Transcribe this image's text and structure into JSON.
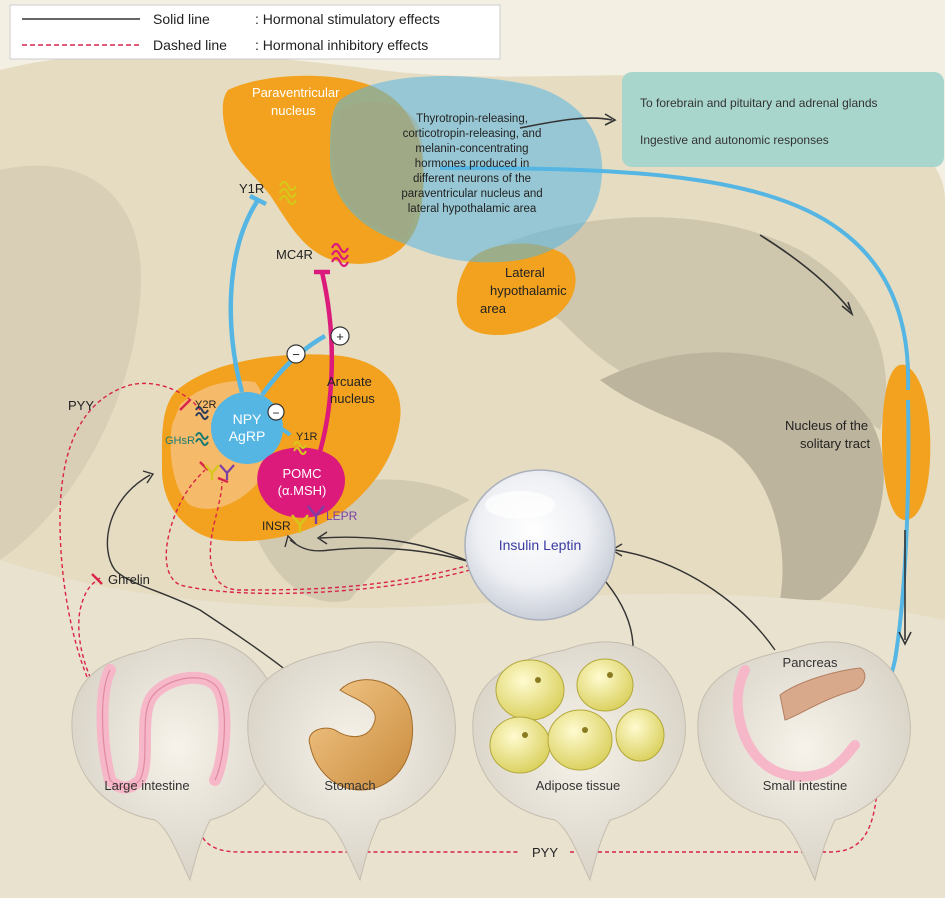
{
  "legend": {
    "solid_label": "Solid line",
    "solid_desc": ": Hormonal stimulatory effects",
    "dashed_label": "Dashed line",
    "dashed_desc": ": Hormonal inhibitory effects"
  },
  "regions": {
    "paraventricular_line1": "Paraventricular",
    "paraventricular_line2": "nucleus",
    "lateral_line1": "Lateral",
    "lateral_line2": "hypothalamic",
    "lateral_line3": "area",
    "arcuate_line1": "Arcuate",
    "arcuate_line2": "nucleus",
    "nts_line1": "Nucleus of the",
    "nts_line2": "solitary tract"
  },
  "hormones_note": [
    "Thyrotropin-releasing,",
    "corticotropin-releasing, and",
    "melanin-concentrating",
    "hormones produced in",
    "different neurons of the",
    "paraventricular nucleus and",
    "lateral hypothalamic area"
  ],
  "outputs": {
    "line1": "To forebrain and pituitary and adrenal glands",
    "line2": "Ingestive and autonomic responses"
  },
  "receptors": {
    "y1r_top": "Y1R",
    "mc4r": "MC4R",
    "y2r": "Y2R",
    "ghsr": "GHsR",
    "y1r_arc": "Y1R",
    "insr": "INSR",
    "lepr": "LEPR"
  },
  "neurons": {
    "npy": "NPY",
    "agrp": "AgRP",
    "pomc": "POMC",
    "msh": "(α.MSH)"
  },
  "signs": {
    "minus": "−",
    "plus": "+"
  },
  "signals": {
    "pyy_left": "PYY",
    "pyy_bottom": "PYY",
    "ghrelin": "Ghrelin",
    "insulin_leptin": "Insulin Leptin"
  },
  "organs": {
    "large_intestine": "Large intestine",
    "stomach": "Stomach",
    "adipose": "Adipose tissue",
    "small_intestine": "Small intestine",
    "pancreas": "Pancreas"
  },
  "colors": {
    "orange": "#f2a21e",
    "blue": "#55b6e4",
    "magenta": "#dc1a7c",
    "red_dash": "#d9234a",
    "teal_box": "#a9d6cc"
  }
}
